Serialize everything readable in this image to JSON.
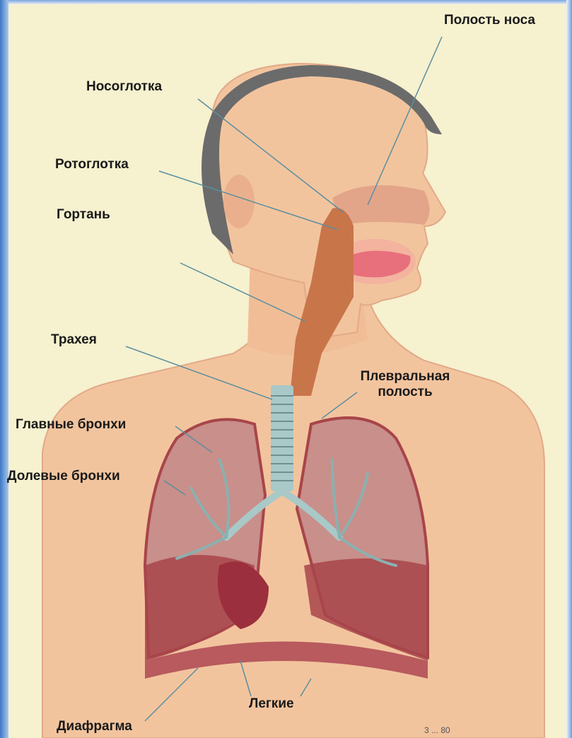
{
  "labels": {
    "nasal_cavity": "Полость носа",
    "nasopharynx": "Носоглотка",
    "oropharynx": "Ротоглотка",
    "larynx": "Гортань",
    "trachea": "Трахея",
    "pleural_line1": "Плевральная",
    "pleural_line2": "полость",
    "main_bronchi": "Главные бронхи",
    "lobar_bronchi": "Долевые бронхи",
    "lungs": "Легкие",
    "diaphragm": "Диафрагма"
  },
  "footnote": "3 ... 80",
  "colors": {
    "background": "#f6f1cf",
    "skin": "#f2c49e",
    "hair": "#6b6b6b",
    "airway": "#c8754a",
    "lung_tissue": "#a8454a",
    "trachea_rings": "#a9c8c8",
    "leader_line": "#5a8fa0"
  }
}
